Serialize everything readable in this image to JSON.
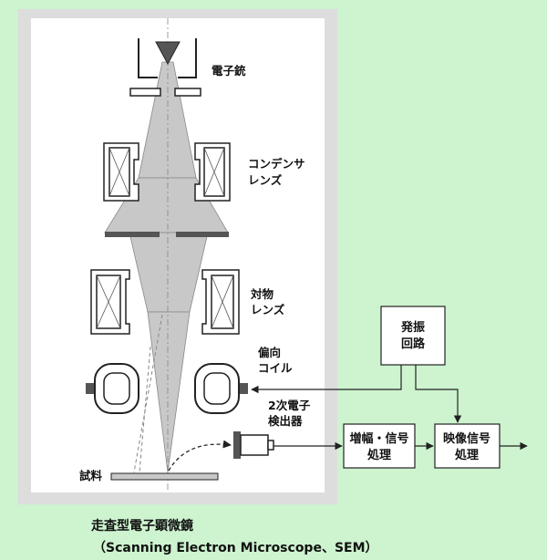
{
  "labels": {
    "electron_gun": "電子銃",
    "condenser_lens_1": "コンデンサ",
    "condenser_lens_2": "レンズ",
    "objective_lens_1": "対物",
    "objective_lens_2": "レンズ",
    "deflection_coil_1": "偏向",
    "deflection_coil_2": "コイル",
    "detector_1": "2次電子",
    "detector_2": "検出器",
    "specimen": "試料",
    "oscillator_1": "発振",
    "oscillator_2": "回路",
    "amplifier_1": "増幅・信号",
    "amplifier_2": "処理",
    "video_1": "映像信号",
    "video_2": "処理"
  },
  "caption": {
    "title": "走査型電子顕微鏡",
    "subtitle": "（Scanning Electron Microscope、SEM）"
  },
  "colors": {
    "background": "#cdf3cf",
    "column_frame": "#dddddd",
    "column_inside": "#ffffff",
    "beam": "#c8c8c8",
    "dark_part": "#555555",
    "line": "#222222"
  }
}
